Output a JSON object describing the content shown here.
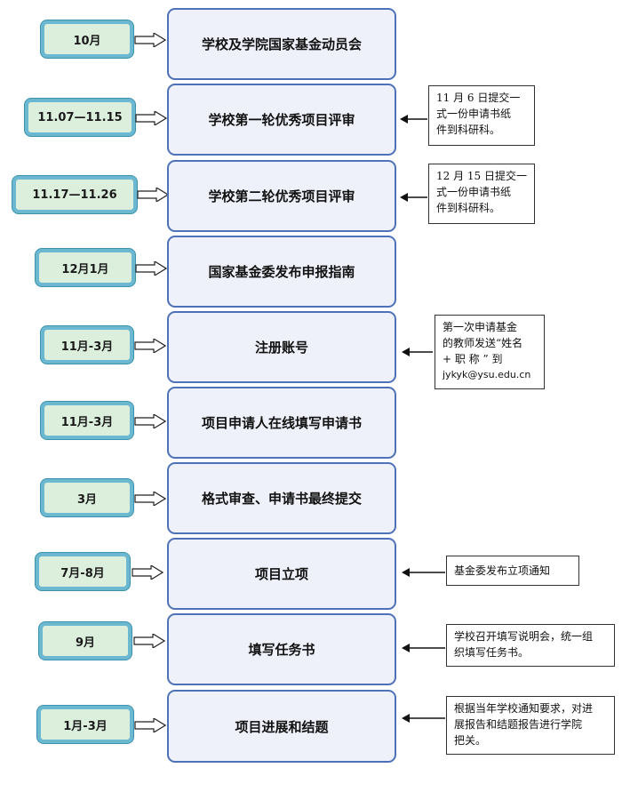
{
  "steps": [
    {
      "date": "10月",
      "label": "学校及学院国家基金动员会"
    },
    {
      "date": "11.07—11.15",
      "label": "学校第一轮优秀项目评审"
    },
    {
      "date": "11.17—11.26",
      "label": "学校第二轮优秀项目评审"
    },
    {
      "date": "12月1月",
      "label": "国家基金委发布申报指南"
    },
    {
      "date": "11月-3月",
      "label": "注册账号"
    },
    {
      "date": "11月-3月",
      "label": "项目申请人在线填写申请书"
    },
    {
      "date": "3月",
      "label": "格式审查、申请书最终提交"
    },
    {
      "date": "7月-8月",
      "label": "项目立项"
    },
    {
      "date": "9月",
      "label": "填写任务书"
    },
    {
      "date": "1月-3月",
      "label": "项目进展和结题"
    }
  ],
  "notes": [
    {
      "step": 1,
      "lines": [
        "11 月 6 日提交一",
        "式一份申请书纸",
        "件到科研科。"
      ]
    },
    {
      "step": 2,
      "lines": [
        "12 月 15 日提交一",
        "式一份申请书纸",
        "件到科研科。"
      ]
    },
    {
      "step": 4,
      "lines": [
        "第一次申请基金",
        "的教师发送“姓名",
        "+ 职 称 ” 到",
        "jykyk@ysu.edu.cn"
      ]
    },
    {
      "step": 7,
      "lines": [
        "基金委发布立项通知"
      ]
    },
    {
      "step": 8,
      "lines": [
        "学校召开填写说明会，统一组",
        "织填写任务书。"
      ]
    },
    {
      "step": 9,
      "lines": [
        "根据当年学校通知要求，对进",
        "展报告和结题报告进行学院",
        "把关。"
      ]
    }
  ]
}
